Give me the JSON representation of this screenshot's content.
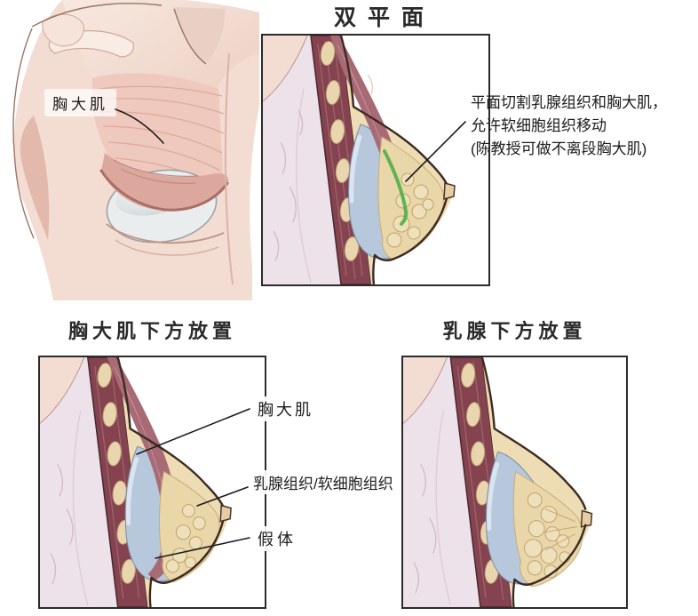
{
  "colors": {
    "frame_border": "#2b2b2b",
    "text": "#1f1f1f",
    "pointer_line": "#1c1c1c",
    "band_muscle": "#84434e",
    "rib_cream": "#e9d6ae",
    "skin_cream": "#eedcb4",
    "gland_yellow": "#e9d6a9",
    "gland_lobule": "#eee0ba",
    "implant_blue": "#b7c8dd",
    "overlay_muscle": "#a86a74",
    "dual_plane_green": "#58b14b",
    "body_pink": "#eee2ea",
    "skin_pink": "#f3ddd3",
    "anatomy_skin": "#f3dcd1",
    "anatomy_muscle": "#efc9bd",
    "anatomy_implant": "#e9eded"
  },
  "anatomy_panel": {
    "label": "胸大肌"
  },
  "dual_plane_panel": {
    "title": "双平面",
    "annotation": {
      "line1": "平面切割乳腺组织和胸大肌，",
      "line2": "允许软细胞组织移动",
      "line3": "(陈教授可做不离段胸大肌)"
    }
  },
  "submuscular_panel": {
    "title": "胸大肌下方放置",
    "labels": [
      {
        "text": "胸大肌"
      },
      {
        "text": "乳腺组织/软细胞组织"
      },
      {
        "text": "假体"
      }
    ]
  },
  "subglandular_panel": {
    "title": "乳腺下方放置"
  }
}
